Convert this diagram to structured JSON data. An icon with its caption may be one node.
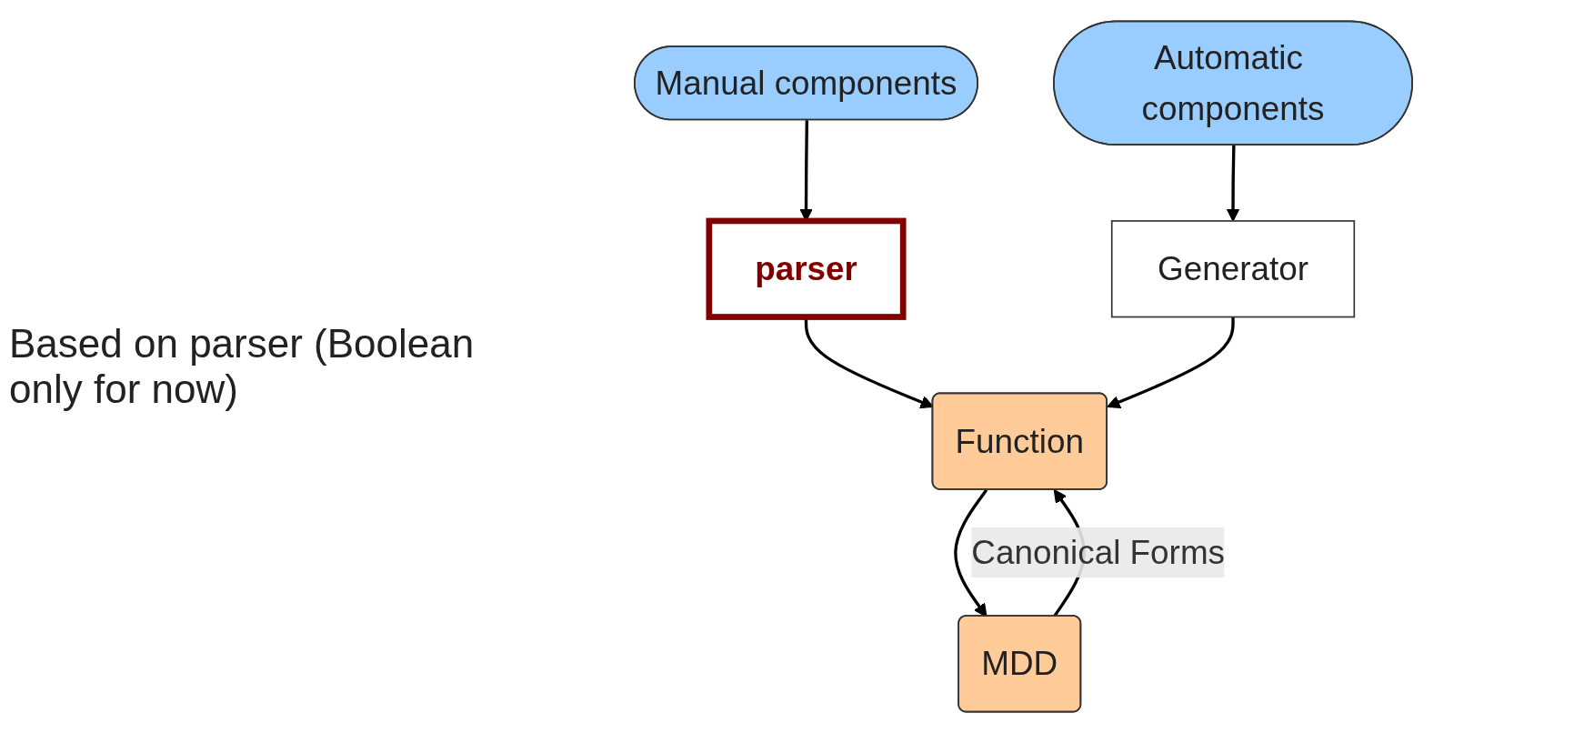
{
  "diagram": {
    "nodes": [
      {
        "text": [
          "Manual components"
        ]
      },
      {
        "text": [
          "Automatic components"
        ]
      },
      {
        "text": [
          "parser"
        ]
      },
      {
        "text": [
          "Generator"
        ]
      },
      {
        "text": [
          "Function"
        ]
      },
      {
        "text": [
          "MDD"
        ]
      }
    ],
    "edges": [
      {
        "from": 0,
        "to": 2,
        "arrow": "to"
      },
      {
        "from": 1,
        "to": 3,
        "arrow": "to"
      },
      {
        "from": 2,
        "to": 4,
        "arrow": "to"
      },
      {
        "from": 3,
        "to": 4,
        "arrow": "to"
      },
      {
        "from": 4,
        "to": 5,
        "arrow": "to"
      },
      {
        "from": 5,
        "to": 4,
        "arrow": "to",
        "label": "Canonical Forms"
      }
    ],
    "labels": [
      "Based on parser (Boolean only for now)"
    ]
  }
}
